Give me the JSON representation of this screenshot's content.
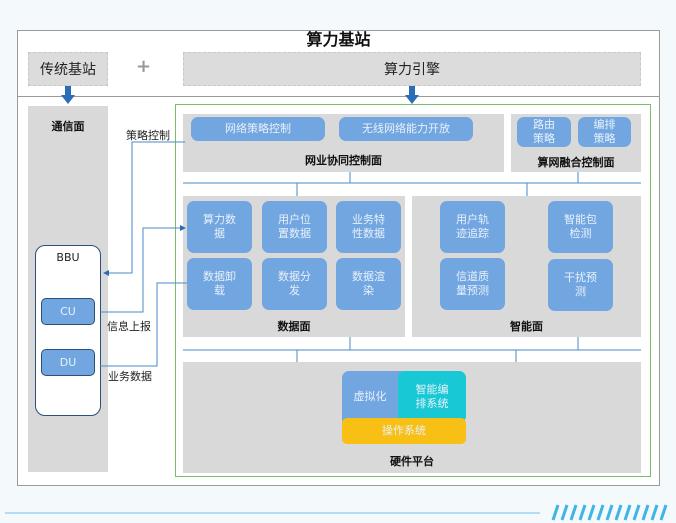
{
  "title": "算力基站",
  "top": {
    "traditional": "传统基站",
    "plus": "+",
    "engine": "算力引擎"
  },
  "comm_plane": {
    "label": "通信面",
    "bbu": "BBU",
    "cu": "CU",
    "du": "DU"
  },
  "links": {
    "policy": "策略控制",
    "report": "信息上报",
    "service_data": "业务数据"
  },
  "network_control": {
    "label": "网业协同控制面",
    "items": [
      "网络策略控制",
      "无线网络能力开放"
    ]
  },
  "fusion_control": {
    "label": "算网融合控制面",
    "items": [
      "路由\n策略",
      "编排\n策略"
    ]
  },
  "data_plane": {
    "label": "数据面",
    "items": [
      "算力数\n据",
      "用户位\n置数据",
      "业务特\n性数据",
      "数据卸\n载",
      "数据分\n发",
      "数据渲\n染"
    ]
  },
  "intelligence_plane": {
    "label": "智能面",
    "items": [
      "用户轨\n迹追踪",
      "智能包\n检测",
      "信道质\n量预测",
      "干扰预\n测"
    ]
  },
  "hardware": {
    "label": "硬件平台",
    "virtualization": "虚拟化",
    "orchestration": "智能编\n排系统",
    "os": "操作系统"
  }
}
